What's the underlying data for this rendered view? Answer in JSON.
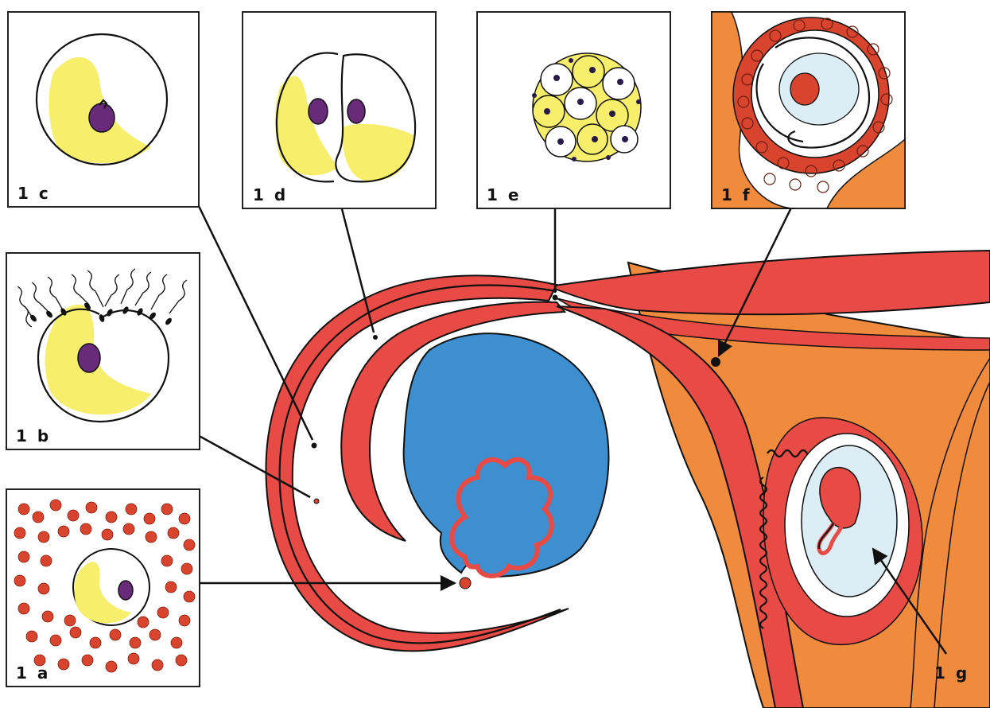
{
  "labels": {
    "a": "1 a",
    "b": "1 b",
    "c": "1 c",
    "d": "1 d",
    "e": "1 e",
    "f": "1 f",
    "g": "1 g"
  },
  "colors": {
    "tube_red": "#e84a45",
    "uterus_orange": "#f08a3c",
    "ovary_blue": "#3e8fd0",
    "yolk_yellow": "#f7ee6b",
    "nucleus_purple": "#6a2a7a",
    "amnion_light_blue": "#dcedf6",
    "cell_red": "#d9442e"
  }
}
